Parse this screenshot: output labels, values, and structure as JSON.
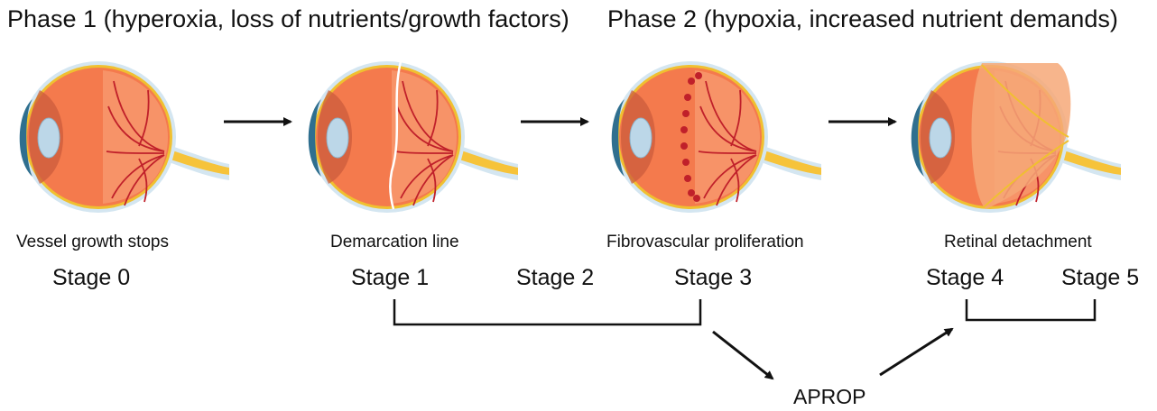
{
  "phases": [
    {
      "label": "Phase 1 (hyperoxia, loss of nutrients/growth factors)"
    },
    {
      "label": "Phase 2 (hypoxia, increased nutrient demands)"
    }
  ],
  "captions": [
    "Vessel growth stops",
    "Demarcation line",
    "Fibrovascular proliferation",
    "Retinal detachment"
  ],
  "stages": [
    "Stage 0",
    "Stage 1",
    "Stage 2",
    "Stage 3",
    "Stage 4",
    "Stage 5"
  ],
  "aprop": "APROP",
  "colors": {
    "eyeball": "#f47a4d",
    "eyeball_light": "#f9a77f",
    "sclera_outline": "#f0c030",
    "cornea": "#2f6f8f",
    "lens": "#bcd7e8",
    "vessel": "#c0202a",
    "optic_nerve": "#f6c33a",
    "detachment": "#f6a878",
    "arrow": "#111111"
  }
}
